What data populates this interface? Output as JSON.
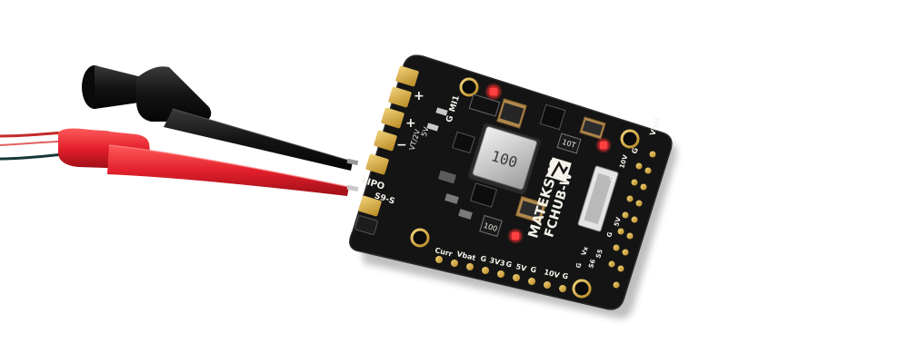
{
  "inductor": {
    "value": "100"
  },
  "brand": {
    "name": "MATEKSYS",
    "model": "FCHUB-W"
  },
  "left_pads": {
    "top_labels": [
      "G",
      "MI1"
    ],
    "plus": "+",
    "minus": "−",
    "lipo": "LIPO",
    "s9": "S9-S",
    "vt": "VT/2V",
    "v5": "5V"
  },
  "bottom_pads": {
    "labels": [
      "Curr",
      "Vbat",
      "G",
      "3V3",
      "G",
      "5V",
      "G",
      "10V",
      "G"
    ]
  },
  "right_pads": {
    "labels": [
      "Vbat",
      "G",
      "10V",
      "G",
      "5V",
      "G",
      "S5",
      "S6",
      "Vx",
      "G"
    ]
  },
  "small_parts": {
    "resistor_a": "10T",
    "resistor_b": "100"
  },
  "colors": {
    "pcb": "#141414",
    "gold": "#d4a93c",
    "silkscreen": "#f4f2ea",
    "led_red": "#ff3030",
    "probe_red": "#e3202c",
    "probe_black": "#151515"
  }
}
